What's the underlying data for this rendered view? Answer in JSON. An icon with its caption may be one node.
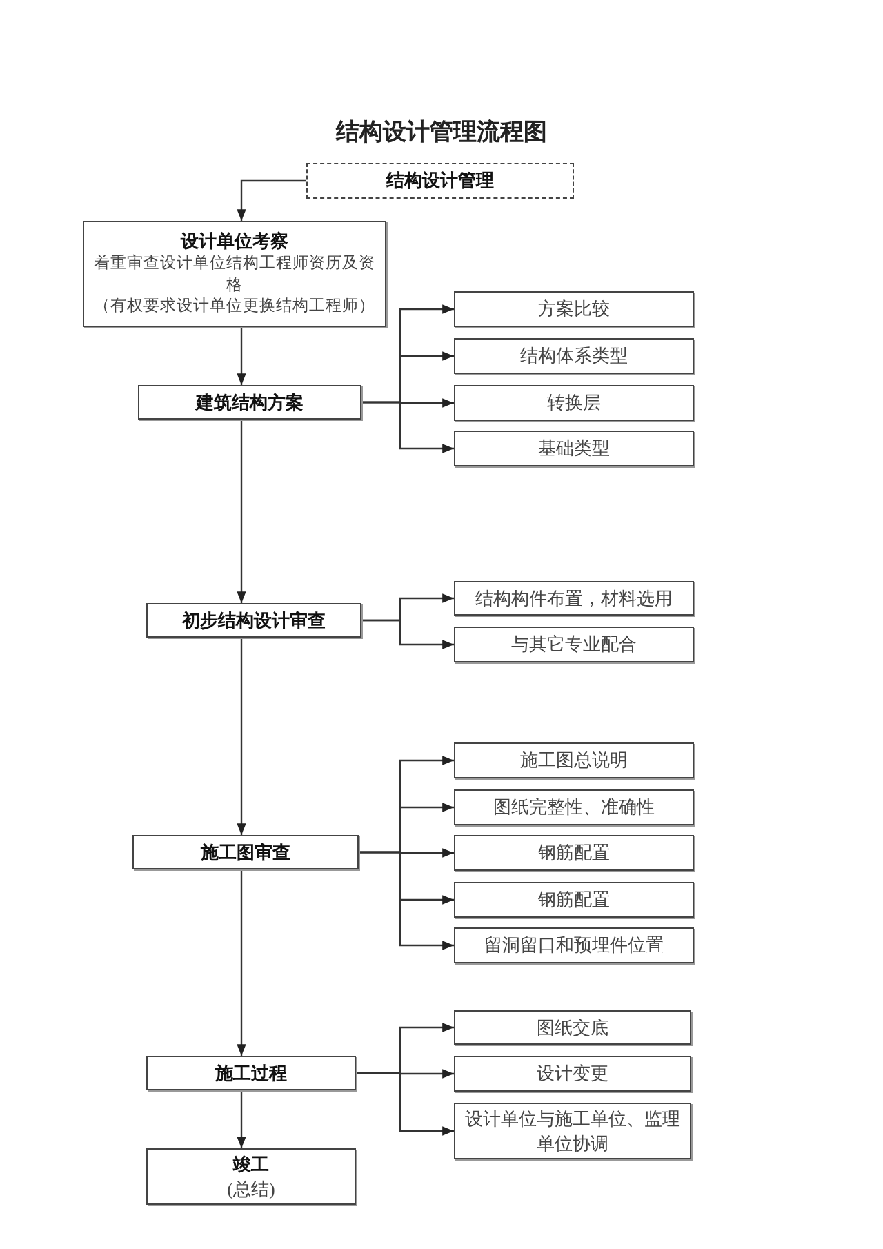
{
  "diagram": {
    "title": "结构设计管理流程图",
    "nodes": [
      {
        "text": [
          "结构设计管理"
        ]
      },
      {
        "text": [
          "设计单位考察",
          "着重审查设计单位结构工程师资历及资格",
          "（有权要求设计单位更换结构工程师）"
        ]
      },
      {
        "text": [
          "建筑结构方案"
        ]
      },
      {
        "text": [
          "方案比较"
        ]
      },
      {
        "text": [
          "结构体系类型"
        ]
      },
      {
        "text": [
          "转换层"
        ]
      },
      {
        "text": [
          "基础类型"
        ]
      },
      {
        "text": [
          "初步结构设计审查"
        ]
      },
      {
        "text": [
          "结构构件布置，材料选用"
        ]
      },
      {
        "text": [
          "与其它专业配合"
        ]
      },
      {
        "text": [
          "施工图审查"
        ]
      },
      {
        "text": [
          "施工图总说明"
        ]
      },
      {
        "text": [
          "图纸完整性、准确性"
        ]
      },
      {
        "text": [
          "钢筋配置"
        ]
      },
      {
        "text": [
          "钢筋配置"
        ]
      },
      {
        "text": [
          "留洞留口和预埋件位置"
        ]
      },
      {
        "text": [
          "施工过程"
        ]
      },
      {
        "text": [
          "图纸交底"
        ]
      },
      {
        "text": [
          "设计变更"
        ]
      },
      {
        "text": [
          "设计单位与施工单位、监理单位协调"
        ]
      },
      {
        "text": [
          "竣工",
          "(总结)"
        ]
      }
    ],
    "edges": [
      {
        "from": 0,
        "to": 1,
        "arrow": "to"
      },
      {
        "from": 1,
        "to": 2,
        "arrow": "to"
      },
      {
        "from": 2,
        "to": 3,
        "arrow": "to"
      },
      {
        "from": 2,
        "to": 4,
        "arrow": "to"
      },
      {
        "from": 2,
        "to": 5,
        "arrow": "to"
      },
      {
        "from": 2,
        "to": 6,
        "arrow": "to"
      },
      {
        "from": 2,
        "to": 7,
        "arrow": "to"
      },
      {
        "from": 7,
        "to": 8,
        "arrow": "to"
      },
      {
        "from": 7,
        "to": 9,
        "arrow": "to"
      },
      {
        "from": 7,
        "to": 10,
        "arrow": "to"
      },
      {
        "from": 10,
        "to": 11,
        "arrow": "to"
      },
      {
        "from": 10,
        "to": 12,
        "arrow": "to"
      },
      {
        "from": 10,
        "to": 13,
        "arrow": "to"
      },
      {
        "from": 10,
        "to": 14,
        "arrow": "to"
      },
      {
        "from": 10,
        "to": 15,
        "arrow": "to"
      },
      {
        "from": 10,
        "to": 16,
        "arrow": "to"
      },
      {
        "from": 16,
        "to": 17,
        "arrow": "to"
      },
      {
        "from": 16,
        "to": 18,
        "arrow": "to"
      },
      {
        "from": 16,
        "to": 19,
        "arrow": "to"
      },
      {
        "from": 16,
        "to": 20,
        "arrow": "to"
      }
    ]
  }
}
